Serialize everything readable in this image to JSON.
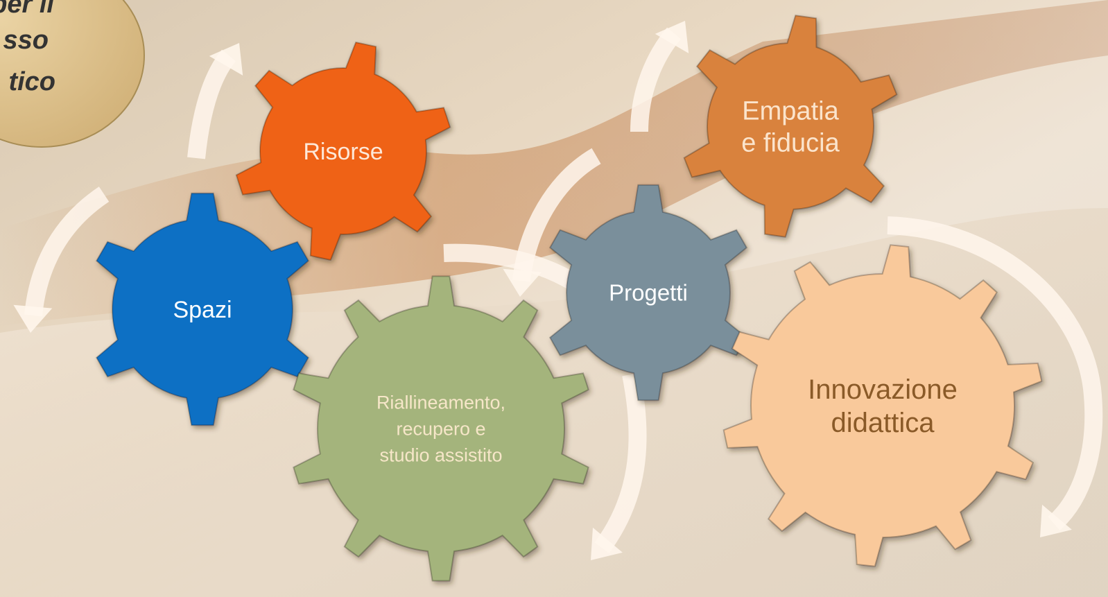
{
  "corner_badge": {
    "lines": [
      "per il",
      "sso",
      "tico"
    ],
    "fill": "#dcc18f",
    "stroke": "#a88d55",
    "text_color": "#333333"
  },
  "gears": [
    {
      "id": "spazi",
      "lines": [
        "Spazi"
      ],
      "fill": "#0b6fc4",
      "text_color": "#ffffff",
      "teeth": 6,
      "icon": "gear-icon"
    },
    {
      "id": "risorse",
      "lines": [
        "Risorse"
      ],
      "fill": "#ef6214",
      "text_color": "#fde8d8",
      "teeth": 6,
      "icon": "gear-icon"
    },
    {
      "id": "riallineamento",
      "lines": [
        "Riallineamento,",
        "recupero e",
        "studio assistito"
      ],
      "fill": "#a4b47c",
      "text_color": "#f6e6c8",
      "teeth": 10,
      "icon": "gear-icon"
    },
    {
      "id": "progetti",
      "lines": [
        "Progetti"
      ],
      "fill": "#7a8f9b",
      "text_color": "#ffffff",
      "teeth": 6,
      "icon": "gear-icon"
    },
    {
      "id": "empatia",
      "lines": [
        "Empatia",
        "e fiducia"
      ],
      "fill": "#d9823c",
      "text_color": "#fbe4cc",
      "teeth": 6,
      "icon": "gear-icon"
    },
    {
      "id": "innovazione",
      "lines": [
        "Innovazione",
        "didattica"
      ],
      "fill": "#f9c99b",
      "text_color": "#8a5a28",
      "teeth": 10,
      "icon": "gear-icon"
    }
  ],
  "arrow_color": "#fff6ec"
}
